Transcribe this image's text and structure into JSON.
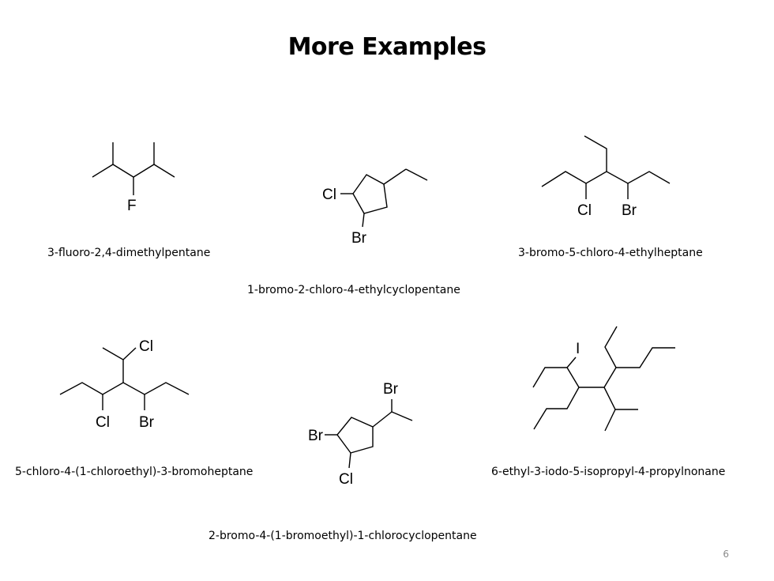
{
  "title": "More Examples",
  "page_number": "6",
  "molecules": [
    {
      "name": "3-fluoro-2,4-dimethylpentane",
      "atoms": [
        "F"
      ]
    },
    {
      "name": "1-bromo-2-chloro-4-ethylcyclopentane",
      "atoms": [
        "Cl",
        "Br"
      ]
    },
    {
      "name": "3-bromo-5-chloro-4-ethylheptane",
      "atoms": [
        "Cl",
        "Br"
      ]
    },
    {
      "name": "5-chloro-4-(1-chloroethyl)-3-bromoheptane",
      "atoms": [
        "Cl",
        "Cl",
        "Br"
      ]
    },
    {
      "name": "2-bromo-4-(1-bromoethyl)-1-chlorocyclopentane",
      "atoms": [
        "Br",
        "Br",
        "Cl"
      ]
    },
    {
      "name": "6-ethyl-3-iodo-5-isopropyl-4-propylnonane",
      "atoms": [
        "I"
      ]
    }
  ]
}
